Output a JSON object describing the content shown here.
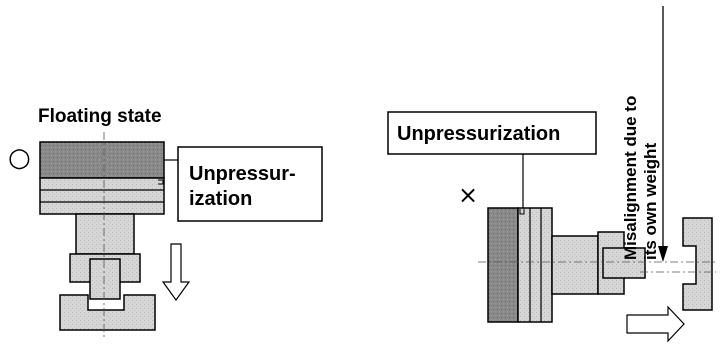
{
  "left_panel": {
    "heading": "Floating state",
    "mark": "○",
    "box_label_line1": "Unpressur-",
    "box_label_line2": "ization"
  },
  "right_panel": {
    "mark": "×",
    "box_label": "Unpressurization",
    "vertical_label_line1": "Misalignment due to",
    "vertical_label_line2": "its own weight"
  },
  "colors": {
    "dark_plate": "#8c8c8c",
    "light_fill": "#dcdcdc",
    "stroke": "#000000"
  }
}
